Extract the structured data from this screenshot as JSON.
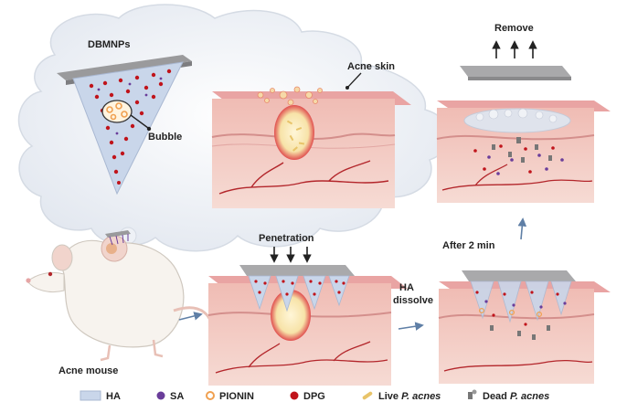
{
  "labels": {
    "dbmnps": "DBMNPs",
    "bubble": "Bubble",
    "acne_skin": "Acne skin",
    "remove": "Remove",
    "penetration": "Penetration",
    "after_2_min": "After 2 min",
    "ha_dissolve_line1": "HA",
    "ha_dissolve_line2": "dissolve",
    "acne_mouse": "Acne mouse"
  },
  "legend": [
    {
      "symbol": "ha-swatch",
      "label": "HA",
      "color": "#c9d6ea"
    },
    {
      "symbol": "sa-dot",
      "label": "SA",
      "color": "#6a3d9a"
    },
    {
      "symbol": "pionin-ring",
      "label": "PIONIN",
      "color": "#f0a050"
    },
    {
      "symbol": "dpg-dot",
      "label": "DPG",
      "color": "#c0141b"
    },
    {
      "symbol": "live-bacteria-icon",
      "label": "Live ",
      "label_italic": "P. acnes",
      "color": "#e8c46a"
    },
    {
      "symbol": "dead-bacteria-icon",
      "label": "Dead ",
      "label_italic": "P. acnes",
      "color": "#777777"
    }
  ],
  "colors": {
    "skin_top": "#e9a4a3",
    "skin_body": "#f1c8c0",
    "skin_side": "#e3a9a4",
    "vessel": "#b3262b",
    "patch": "#a9a9ab",
    "arrow_blue": "#5f7fa6",
    "cloud_fill": "#eef1f6"
  }
}
